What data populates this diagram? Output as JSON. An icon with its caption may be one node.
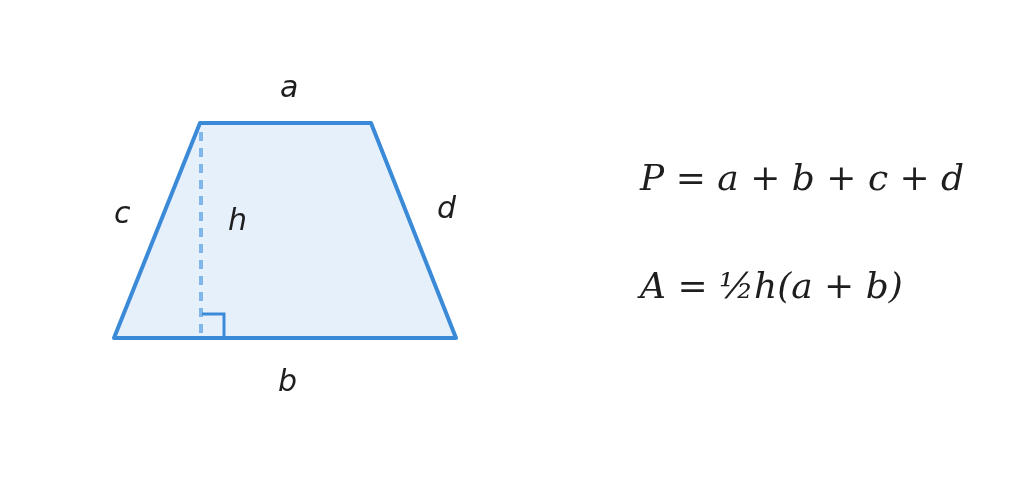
{
  "diagram": {
    "labels": [
      "a",
      "c",
      "h",
      "d",
      "b",
      "P = a + b + c + d",
      "A = ½h(a + b)"
    ]
  }
}
